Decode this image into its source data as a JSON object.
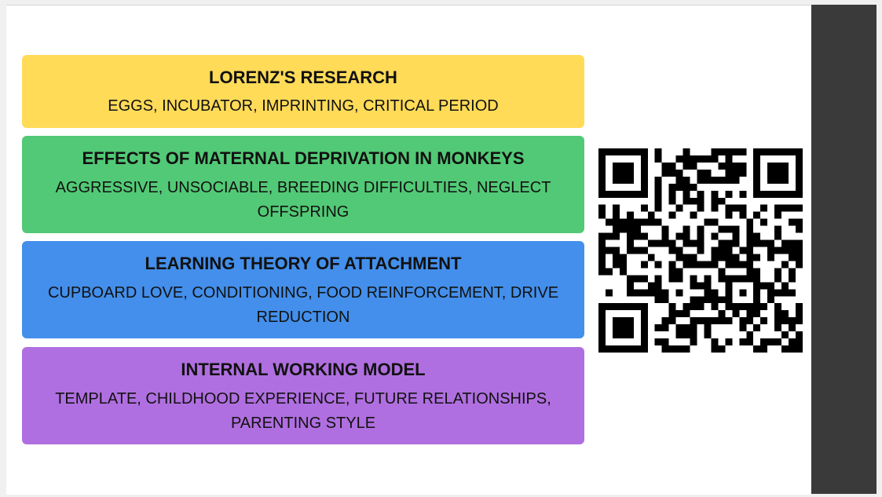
{
  "cards": [
    {
      "title": "LORENZ'S RESEARCH",
      "body": "EGGS, INCUBATOR, IMPRINTING, CRITICAL PERIOD",
      "color": "#FFDB58"
    },
    {
      "title": "EFFECTS OF MATERNAL DEPRIVATION IN MONKEYS",
      "body": "AGGRESSIVE, UNSOCIABLE, BREEDING DIFFICULTIES, NEGLECT OFFSPRING",
      "color": "#52C976"
    },
    {
      "title": "LEARNING THEORY OF ATTACHMENT",
      "body": "CUPBOARD LOVE, CONDITIONING, FOOD REINFORCEMENT, DRIVE REDUCTION",
      "color": "#438FEB"
    },
    {
      "title": "INTERNAL WORKING MODEL",
      "body": "TEMPLATE, CHILDHOOD EXPERIENCE, FUTURE RELATIONSHIPS, PARENTING STYLE",
      "color": "#B06FE0"
    }
  ],
  "qr_code": {
    "icon": "qr-code-icon"
  },
  "colors": {
    "slide_background": "#FFFFFF",
    "side_panel": "#3A3A3B",
    "text": "#111111"
  }
}
